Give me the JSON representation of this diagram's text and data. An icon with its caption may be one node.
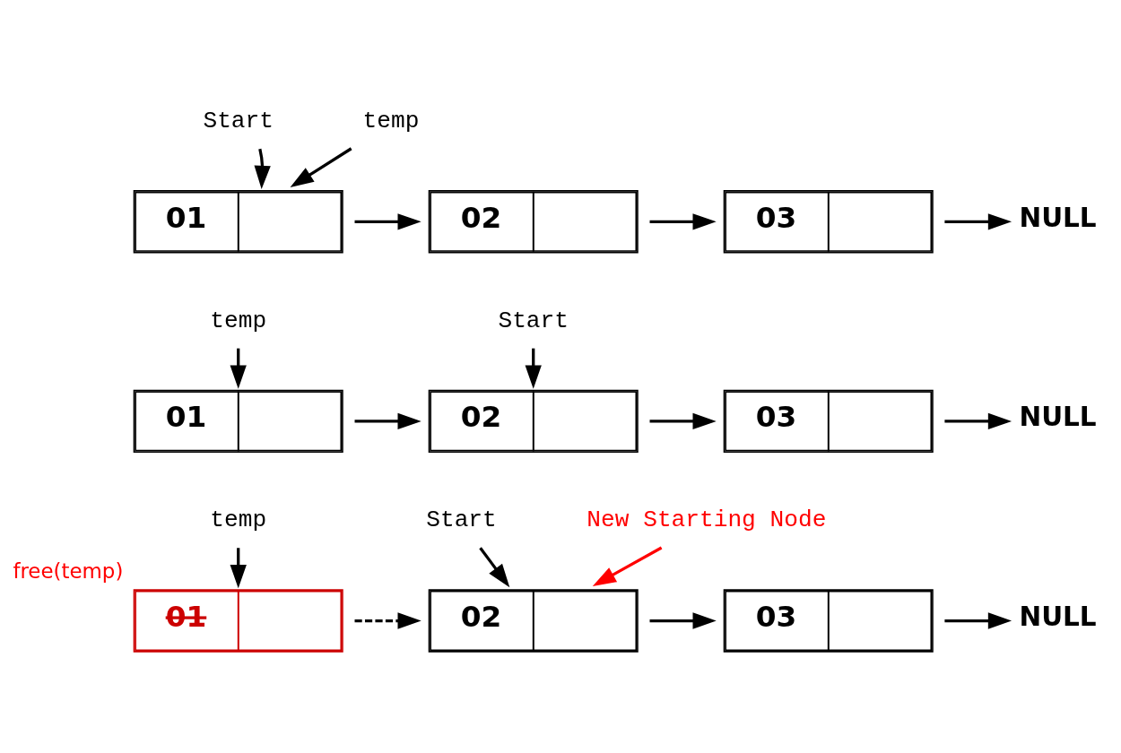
{
  "diagram": {
    "nodes": [
      {
        "text": [
          "Start"
        ]
      },
      {
        "text": [
          "temp"
        ]
      },
      {
        "text": [
          "01"
        ]
      },
      {
        "text": [
          "02"
        ]
      },
      {
        "text": [
          "03"
        ]
      },
      {
        "text": [
          "NULL"
        ]
      },
      {
        "text": [
          "temp"
        ]
      },
      {
        "text": [
          "Start"
        ]
      },
      {
        "text": [
          "01"
        ]
      },
      {
        "text": [
          "02"
        ]
      },
      {
        "text": [
          "03"
        ]
      },
      {
        "text": [
          "NULL"
        ]
      },
      {
        "text": [
          "temp"
        ]
      },
      {
        "text": [
          "Start"
        ]
      },
      {
        "text": [
          "01"
        ],
        "beside": [
          "free(temp)"
        ]
      },
      {
        "text": [
          "02"
        ]
      },
      {
        "text": [
          "03"
        ]
      },
      {
        "text": [
          "NULL"
        ]
      },
      {
        "text": [
          "New Starting Node"
        ]
      }
    ],
    "edges": [
      {
        "from": 0,
        "to": 2,
        "arrow": "to"
      },
      {
        "from": 1,
        "to": 2,
        "arrow": "to"
      },
      {
        "from": 2,
        "to": 3,
        "arrow": "to"
      },
      {
        "from": 3,
        "to": 4,
        "arrow": "to"
      },
      {
        "from": 4,
        "to": 5,
        "arrow": "to"
      },
      {
        "from": 6,
        "to": 8,
        "arrow": "to"
      },
      {
        "from": 7,
        "to": 9,
        "arrow": "to"
      },
      {
        "from": 8,
        "to": 9,
        "arrow": "to"
      },
      {
        "from": 9,
        "to": 10,
        "arrow": "to"
      },
      {
        "from": 10,
        "to": 11,
        "arrow": "to"
      },
      {
        "from": 12,
        "to": 14,
        "arrow": "to"
      },
      {
        "from": 13,
        "to": 15,
        "arrow": "to"
      },
      {
        "from": 14,
        "to": 15,
        "arrow": "to",
        "style": "dashed"
      },
      {
        "from": 15,
        "to": 16,
        "arrow": "to"
      },
      {
        "from": 16,
        "to": 17,
        "arrow": "to"
      },
      {
        "from": 18,
        "to": 15,
        "arrow": "to",
        "color": "#ff0000"
      }
    ]
  }
}
